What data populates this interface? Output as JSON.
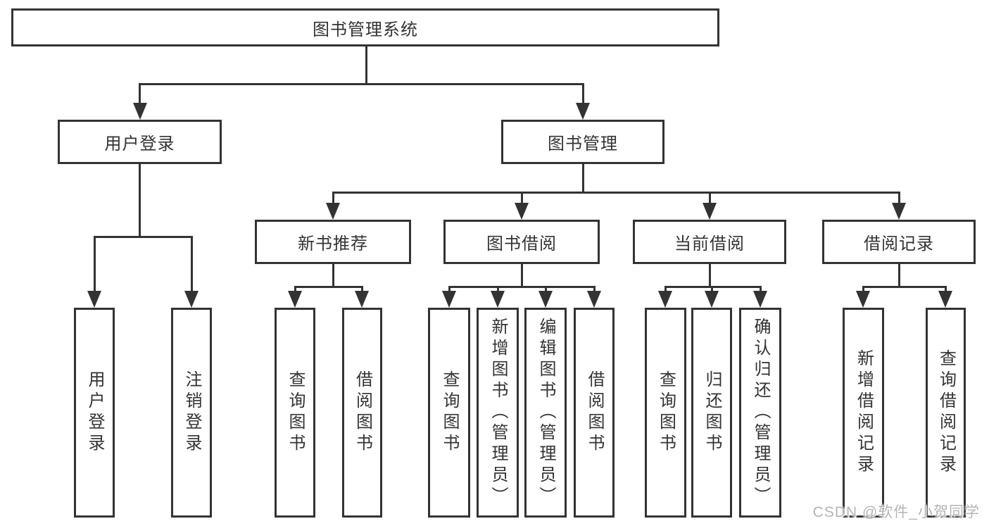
{
  "diagram": {
    "root": {
      "label": "图书管理系统"
    },
    "branches": [
      {
        "label": "用户登录",
        "children": [
          {
            "label": "用户登录"
          },
          {
            "label": "注销登录"
          }
        ]
      },
      {
        "label": "图书管理",
        "children": [
          {
            "label": "新书推荐",
            "children": [
              {
                "label": "查询图书"
              },
              {
                "label": "借阅图书"
              }
            ]
          },
          {
            "label": "图书借阅",
            "children": [
              {
                "label": "查询图书"
              },
              {
                "label": "新增图书（管理员）"
              },
              {
                "label": "编辑图书（管理员）"
              },
              {
                "label": "借阅图书"
              }
            ]
          },
          {
            "label": "当前借阅",
            "children": [
              {
                "label": "查询图书"
              },
              {
                "label": "归还图书"
              },
              {
                "label": "确认归还（管理员）"
              }
            ]
          },
          {
            "label": "借阅记录",
            "children": [
              {
                "label": "新增借阅记录"
              },
              {
                "label": "查询借阅记录"
              }
            ]
          }
        ]
      }
    ]
  },
  "watermark": {
    "text": "CSDN @软件_小贺同学"
  },
  "colors": {
    "line": "#333333",
    "box_background": "#ffffff",
    "text": "#333333",
    "watermark": "#b5b5b5",
    "page_background": "#ffffff"
  }
}
